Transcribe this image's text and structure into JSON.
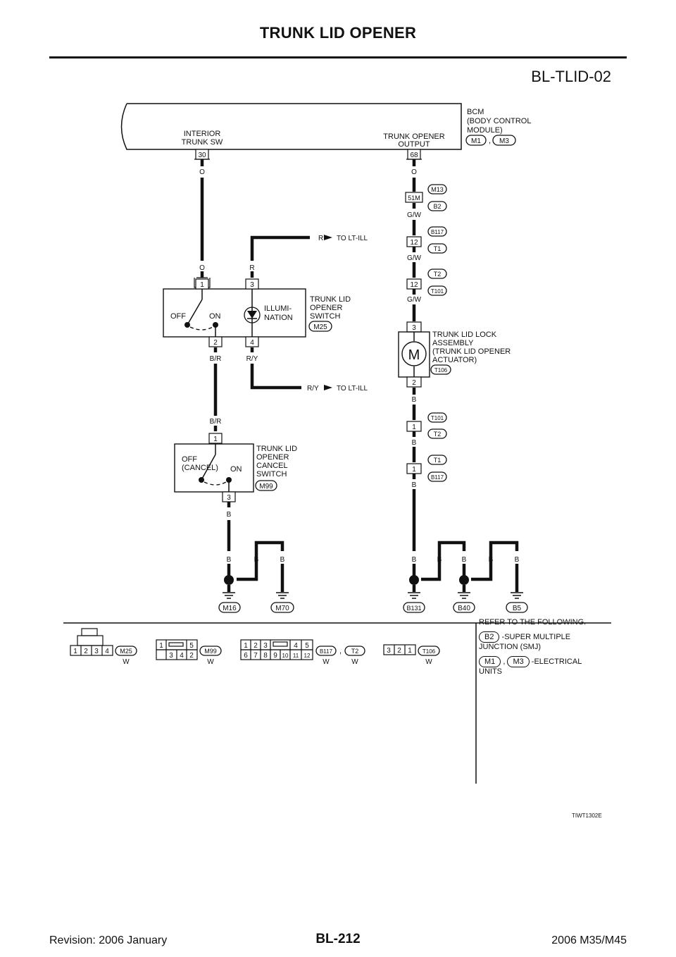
{
  "header": {
    "title": "TRUNK LID OPENER",
    "diagram_id": "BL-TLID-02"
  },
  "bcm": {
    "name_lines": [
      "BCM",
      "(BODY CONTROL",
      "  MODULE)"
    ],
    "connectors": [
      "M1",
      "M3"
    ],
    "pin_left": {
      "label_lines": [
        "INTERIOR",
        "TRUNK SW"
      ],
      "pin": "30",
      "wire": "O"
    },
    "pin_right": {
      "label_lines": [
        "TRUNK OPENER",
        "OUTPUT"
      ],
      "pin": "68",
      "wire": "O"
    }
  },
  "right_chain": {
    "c1": {
      "pin": "51M",
      "conns": [
        "M13",
        "B2"
      ],
      "wire": "G/W"
    },
    "c2": {
      "pin": "12",
      "conns": [
        "B117",
        "T1"
      ],
      "wire": "G/W"
    },
    "c3": {
      "pin": "12",
      "conns": [
        "T2",
        "T101"
      ],
      "wire": "G/W"
    },
    "lock": {
      "pin_top": "3",
      "pin_bottom": "2",
      "motor": "M",
      "name_lines": [
        "TRUNK LID LOCK",
        "ASSEMBLY",
        "(TRUNK LID OPENER",
        "  ACTUATOR)"
      ],
      "conn": "T106",
      "wire": "B"
    },
    "c4": {
      "pin": "1",
      "conns": [
        "T101",
        "T2"
      ],
      "wire": "B"
    },
    "c5": {
      "pin": "1",
      "conns": [
        "T1",
        "B117"
      ],
      "wire": "B"
    }
  },
  "opener_switch": {
    "name_lines": [
      "TRUNK LID",
      "OPENER",
      "SWITCH"
    ],
    "conn": "M25",
    "pin1": "1",
    "pin3": "3",
    "pin2": "2",
    "pin4": "4",
    "off": "OFF",
    "on": "ON",
    "illum_lines": [
      "ILLUMI-",
      "NATION"
    ],
    "wire_in": "O",
    "wire_r": "R",
    "wire_out": "B/R",
    "wire_ry": "R/Y",
    "to_r": {
      "wire": "R",
      "label": "TO LT-ILL"
    },
    "to_ry": {
      "wire": "R/Y",
      "label": "TO LT-ILL"
    }
  },
  "cancel_switch": {
    "name_lines": [
      "TRUNK LID",
      "OPENER",
      "CANCEL",
      "SWITCH"
    ],
    "conn": "M99",
    "pin1": "1",
    "pin3": "3",
    "off_lines": [
      "OFF",
      "(CANCEL)"
    ],
    "on": "ON",
    "wire_in": "B/R",
    "wire_out": "B"
  },
  "grounds": {
    "wire": "B",
    "left": [
      "M16",
      "M70"
    ],
    "right": [
      "B131",
      "B40",
      "B5"
    ]
  },
  "connector_views": {
    "m25": {
      "pins": [
        "1",
        "2",
        "3",
        "4"
      ],
      "conn": "M25",
      "color": "W"
    },
    "m99": {
      "top": [
        "1",
        "5"
      ],
      "bottom": [
        "3",
        "4",
        "2"
      ],
      "conn": "M99",
      "color": "W"
    },
    "b117": {
      "top": [
        "1",
        "2",
        "3",
        "4",
        "5"
      ],
      "bottom": [
        "6",
        "7",
        "8",
        "9",
        "10",
        "11",
        "12"
      ],
      "conns": [
        "B117",
        "T2"
      ],
      "colors": [
        "W",
        "W"
      ]
    },
    "t106": {
      "pins": [
        "3",
        "2",
        "1"
      ],
      "conn": "T106",
      "color": "W"
    }
  },
  "reference": {
    "heading": "REFER TO THE FOLLOWING.",
    "b2": {
      "conn": "B2",
      "text_lines": [
        "-SUPER MULTIPLE",
        "JUNCTION (SMJ)"
      ]
    },
    "m1m3": {
      "conns": [
        "M1",
        "M3"
      ],
      "text_lines": [
        "-ELECTRICAL",
        "UNITS"
      ]
    }
  },
  "figure_tag": "TIWT1302E",
  "footer": {
    "revision": "Revision: 2006 January",
    "page": "BL-212",
    "model": "2006 M35/M45"
  }
}
